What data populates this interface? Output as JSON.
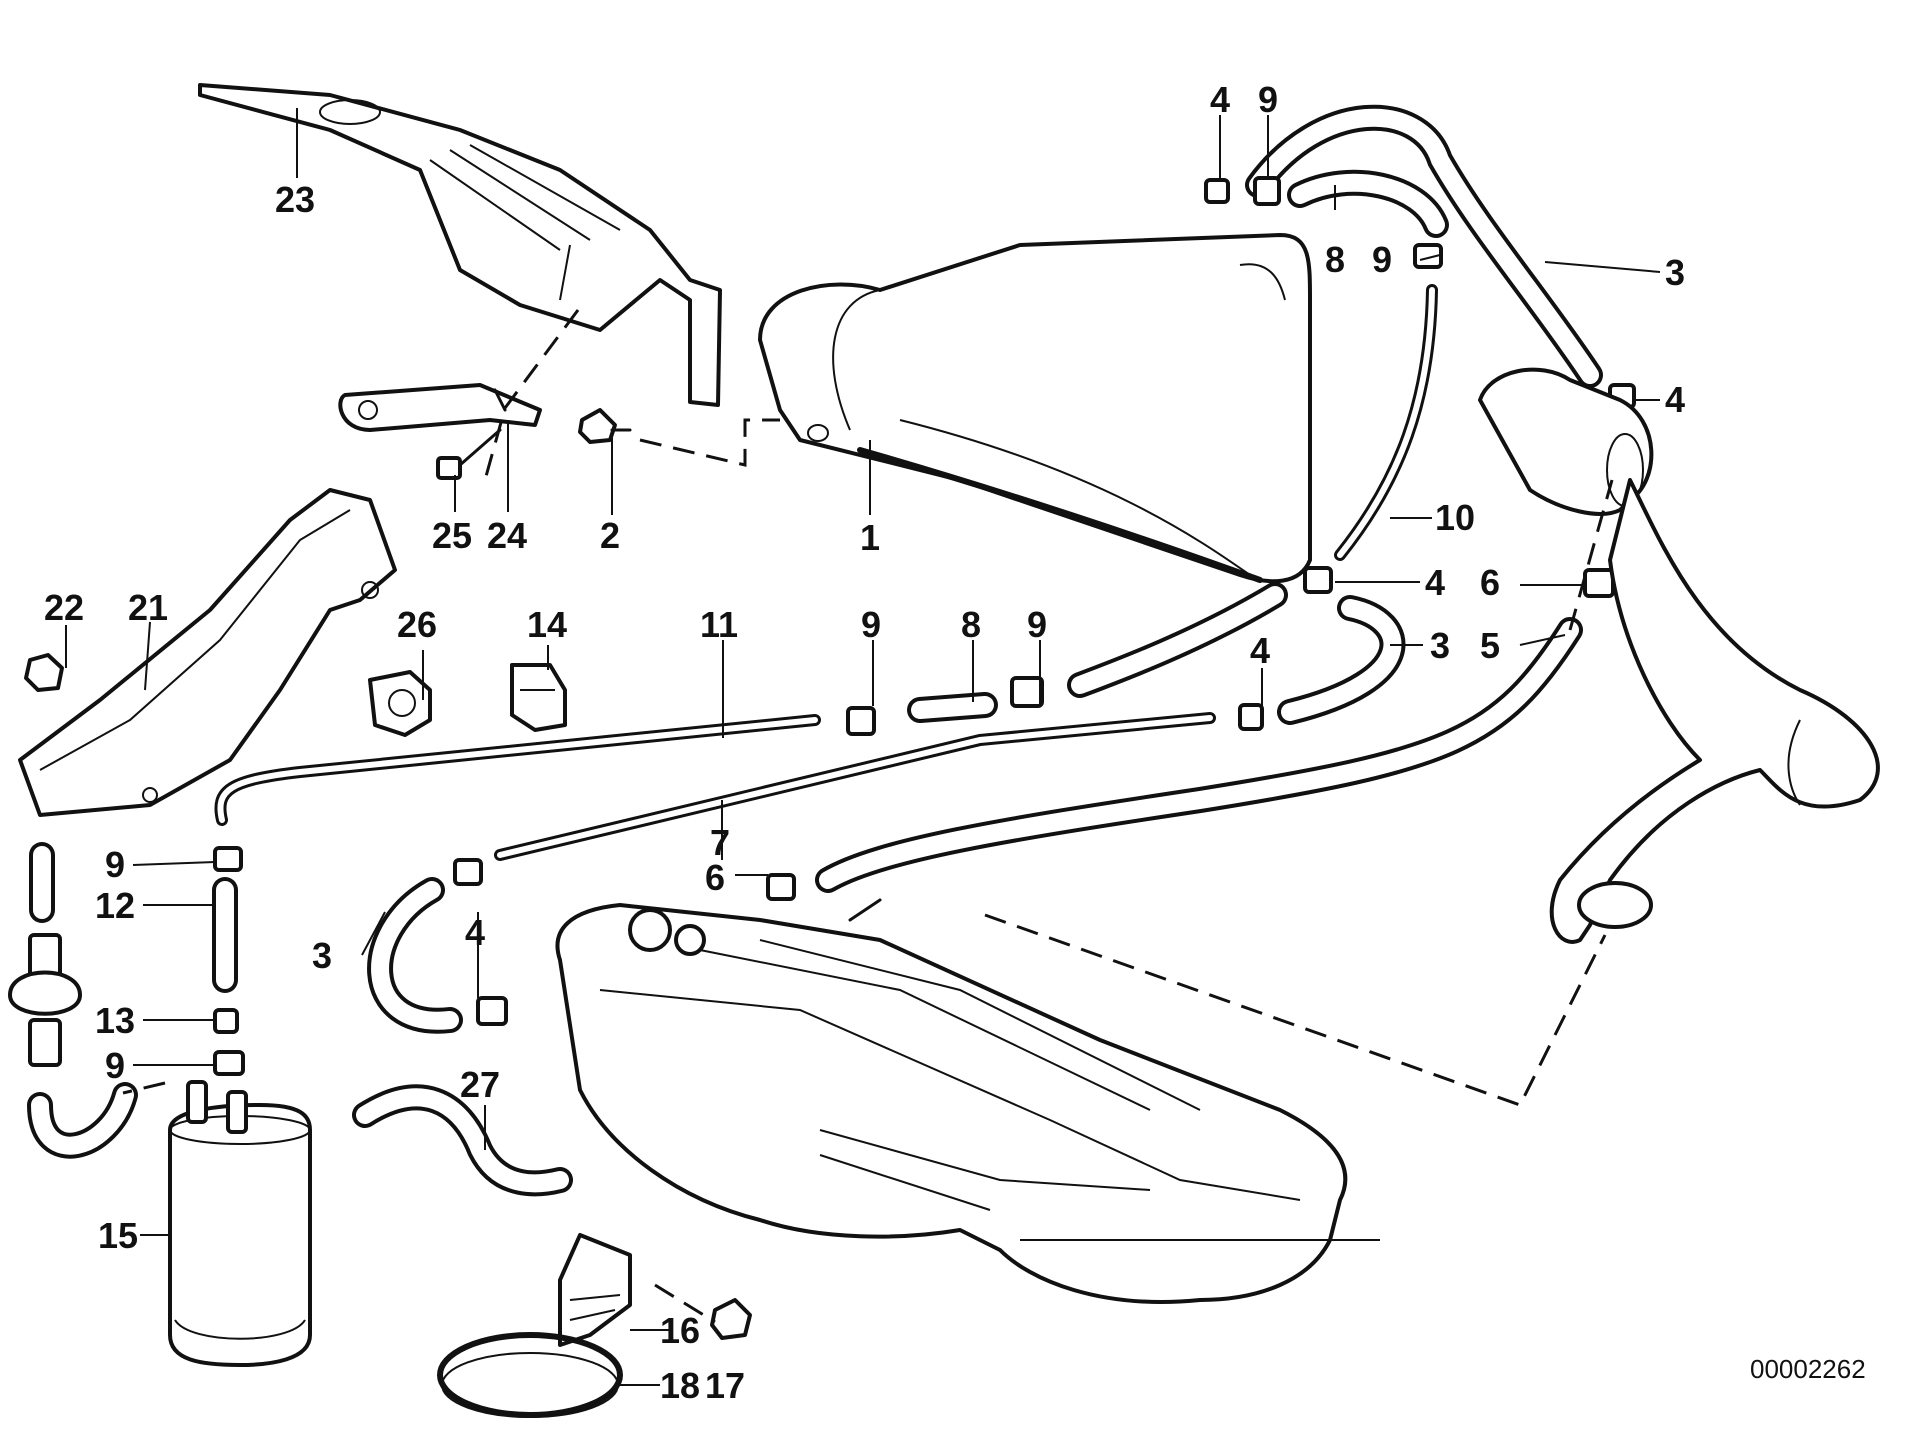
{
  "diagram": {
    "part_number_ref": "00002262",
    "callouts": [
      "1",
      "2",
      "3",
      "4",
      "5",
      "6",
      "7",
      "8",
      "9",
      "10",
      "11",
      "12",
      "13",
      "14",
      "15",
      "16",
      "17",
      "18",
      "21",
      "22",
      "23",
      "24",
      "25",
      "26",
      "27"
    ]
  }
}
